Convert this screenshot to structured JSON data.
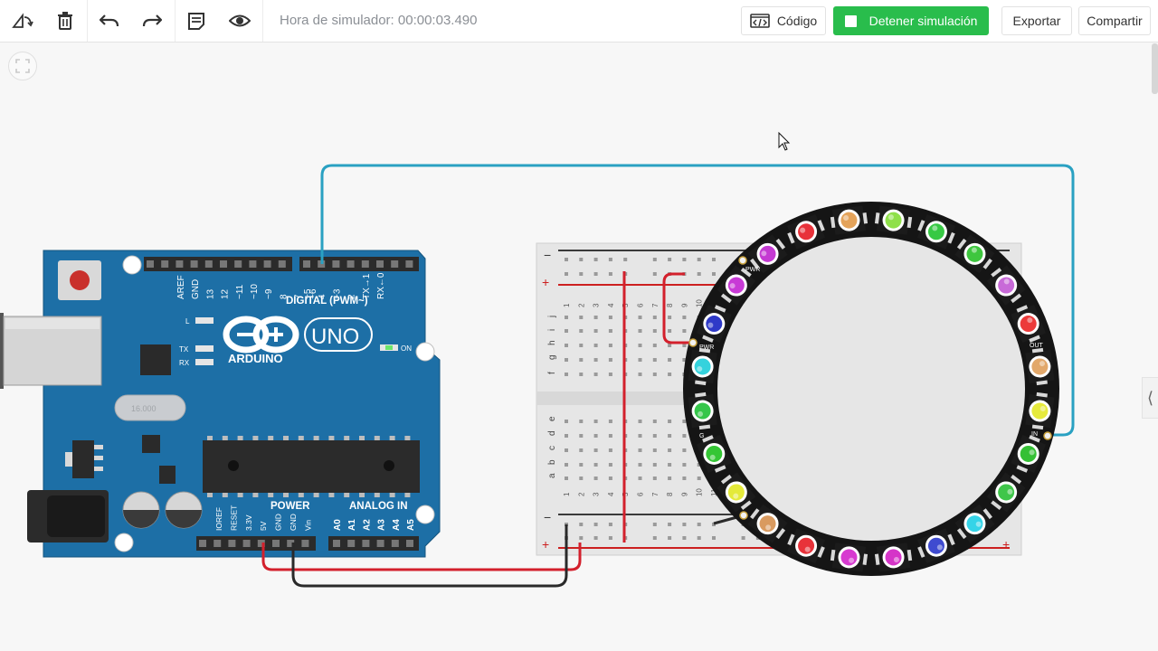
{
  "toolbar": {
    "sim_time": "Hora de simulador: 00:00:03.490",
    "code_label": "Código",
    "stop_label": "Detener simulación",
    "export_label": "Exportar",
    "share_label": "Compartir",
    "icons": [
      "rotate-icon",
      "delete-icon",
      "undo-icon",
      "redo-icon",
      "notes-icon",
      "visibility-icon",
      "code-icon"
    ]
  },
  "arduino": {
    "brand": "ARDUINO",
    "model": "UNO",
    "digital_label": "DIGITAL (PWM~)",
    "power_label": "POWER",
    "analog_label": "ANALOG IN",
    "on_label": "ON",
    "led_labels": [
      "L",
      "TX",
      "RX"
    ],
    "digital_pins": [
      "AREF",
      "GND",
      "13",
      "12",
      "~11",
      "~10",
      "~9",
      "8",
      "7",
      "~6",
      "~5",
      "4",
      "~3",
      "2",
      "TX→1",
      "RX←0"
    ],
    "power_pins": [
      "IOREF",
      "RESET",
      "3.3V",
      "5V",
      "GND",
      "GND",
      "Vin"
    ],
    "analog_pins": [
      "A0",
      "A1",
      "A2",
      "A3",
      "A4",
      "A5"
    ],
    "crystal_label": "16.000"
  },
  "breadboard": {
    "top_rows": [
      "j",
      "i",
      "h",
      "g",
      "f"
    ],
    "bottom_rows": [
      "e",
      "d",
      "c",
      "b",
      "a"
    ],
    "minus": "−",
    "plus": "+"
  },
  "neopixel": {
    "pad_labels": [
      "PWR",
      "G",
      "OUT",
      "IN"
    ],
    "led_colors": [
      "#8fe04a",
      "#37c944",
      "#3ec63e",
      "#c86ad8",
      "#ec3a3a",
      "#e2a86b",
      "#e6ea3c",
      "#35c035",
      "#3fc64a",
      "#35d4e8",
      "#3f4bd0",
      "#d535c8",
      "#d73ad0",
      "#e8323a",
      "#d99a5f",
      "#e4ea3a",
      "#34c634",
      "#35c64a",
      "#34d2dd",
      "#2e39c8",
      "#c83ad6",
      "#c43ad2",
      "#e8323a",
      "#e4a35a"
    ]
  },
  "colors": {
    "stop_green": "#29bd4c",
    "board_blue": "#1d6fa6",
    "wire_blue": "#2aa1c2",
    "wire_red": "#d3202c",
    "wire_black": "#2a2a2a"
  }
}
